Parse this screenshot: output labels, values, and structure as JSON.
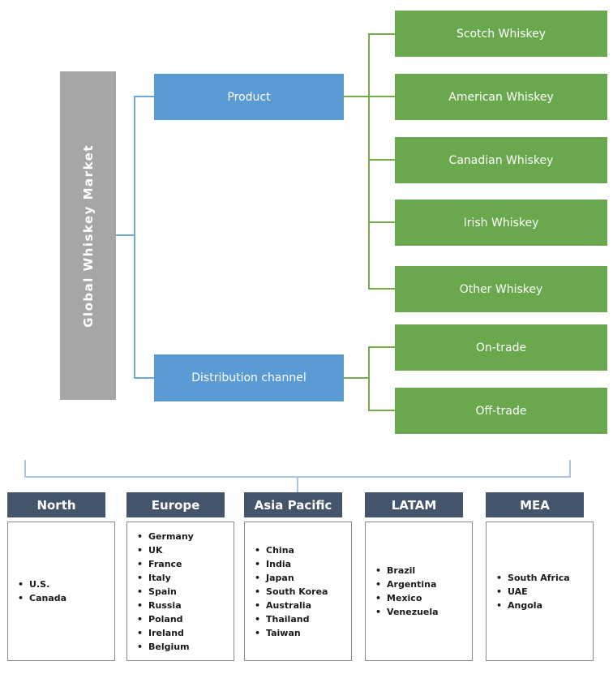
{
  "tree": {
    "root": {
      "label": "Global Whiskey Market"
    },
    "branches": [
      {
        "label": "Product",
        "children": [
          "Scotch Whiskey",
          "American Whiskey",
          "Canadian Whiskey",
          "Irish Whiskey",
          "Other Whiskey"
        ]
      },
      {
        "label": "Distribution channel",
        "children": [
          "On-trade",
          "Off-trade"
        ]
      }
    ]
  },
  "regions": [
    {
      "label": "North",
      "items": [
        "U.S.",
        "Canada"
      ]
    },
    {
      "label": "Europe",
      "items": [
        "Germany",
        "UK",
        "France",
        "Italy",
        "Spain",
        "Russia",
        "Poland",
        "Ireland",
        "Belgium"
      ]
    },
    {
      "label": "Asia Pacific",
      "items": [
        "China",
        "India",
        "Japan",
        "South Korea",
        "Australia",
        "Thailand",
        "Taiwan"
      ]
    },
    {
      "label": "LATAM",
      "items": [
        "Brazil",
        "Argentina",
        "Mexico",
        "Venezuela"
      ]
    },
    {
      "label": "MEA",
      "items": [
        "South Africa",
        "UAE",
        "Angola"
      ]
    }
  ],
  "colors": {
    "root-bar": "#a6a6a6",
    "branch-box": "#5b9bd5",
    "leaf-box": "#6aa84e",
    "connector-blue": "#6fa8dc",
    "connector-green": "#74ad4c",
    "bracket": "#aec3e0",
    "region-header": "#44546a",
    "region-border": "#8a8a8a",
    "item-text": "#1a1a1a"
  }
}
